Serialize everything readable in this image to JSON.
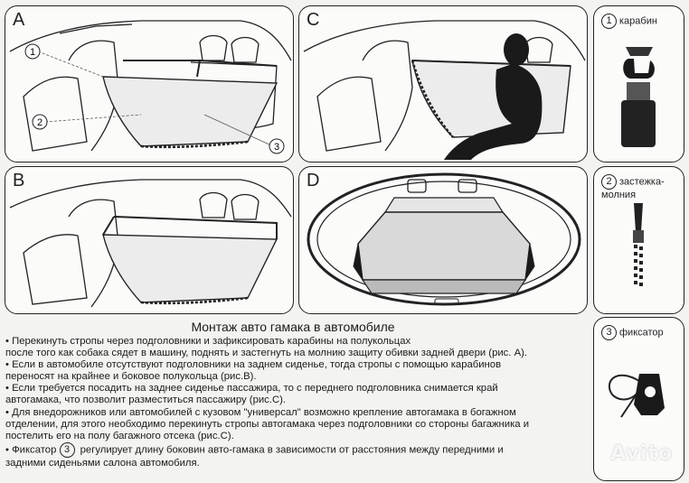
{
  "panels": {
    "a": {
      "letter": "A",
      "callouts": [
        "1",
        "2",
        "3"
      ]
    },
    "b": {
      "letter": "B"
    },
    "c": {
      "letter": "C"
    },
    "d": {
      "letter": "D"
    }
  },
  "parts": {
    "carabiner": {
      "number": "1",
      "label": "карабин"
    },
    "zipper": {
      "number": "2",
      "label": "застежка-молния"
    },
    "clamp": {
      "number": "3",
      "label": "фиксатор"
    }
  },
  "title": "Монтаж авто гамака в автомобиле",
  "instructions": [
    "•   Перекинуть стропы через подголовники и зафиксировать карабины на полукольцах",
    "после того как собака сядет в машину, поднять и застегнуть на молнию защиту обивки задней двери (рис. А).",
    "•   Если в автомобиле отсутствуют подголовники на заднем сиденье, тогда стропы с помощью карабинов",
    "переносят на крайнее и боковое полукольца (рис.В).",
    "•   Если требуется посадить на заднее сиденье пассажира, то с переднего подголовника снимается край",
    "автогамака, что позволит разместиться пассажиру (рис.С).",
    "•   Для внедорожников или автомобилей с кузовом \"универсал\" возможно крепление автогамака в богажном",
    "отделении, для этого необходимо перекинуть стропы автогамака через подголовники со стороны багажника и",
    "постелить его на полу багажного отсека (рис.С).",
    "•   Фиксатор",
    "регулирует длину боковин авто-гамака в зависимости от расстояния между передними и",
    "задними сиденьями салона автомобиля."
  ],
  "clamp_ref_number": "3",
  "watermark": "Avito"
}
